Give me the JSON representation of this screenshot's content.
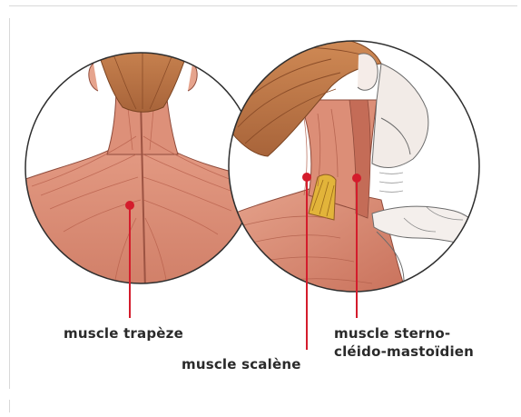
{
  "labels": {
    "trapeze": "muscle trapèze",
    "scalene": "muscle scalène",
    "sterno_line1": "muscle sterno-",
    "sterno_line2": "cléido-mastoïdien"
  },
  "colors": {
    "muscle": "#d98a74",
    "muscle_light": "#eab3a0",
    "muscle_dark": "#b9634f",
    "hair": "#c07a4a",
    "pointer": "#d41c2c",
    "scalene_fat": "#e2b43a",
    "outline": "#2e2e2e"
  }
}
